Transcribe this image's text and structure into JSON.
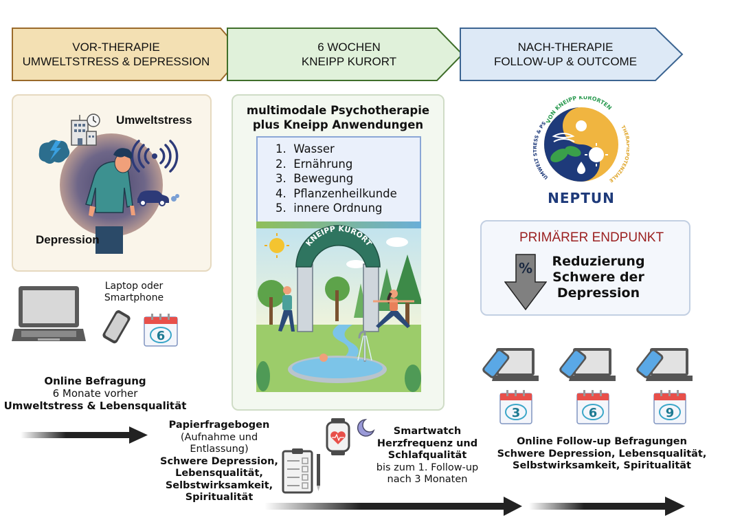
{
  "phases": [
    {
      "line1": "VOR-THERAPIE",
      "line2": "UMWELTSTRESS & DEPRESSION",
      "fill": "#f3e0b3",
      "stroke": "#9a6a2a"
    },
    {
      "line1": "6 WOCHEN",
      "line2": "KNEIPP KURORT",
      "fill": "#e0f1da",
      "stroke": "#3f6e2a"
    },
    {
      "line1": "NACH-THERAPIE",
      "line2": "FOLLOW-UP & OUTCOME",
      "fill": "#dde9f6",
      "stroke": "#3b6491"
    }
  ],
  "pre_therapy": {
    "stress_label": "Umweltstress",
    "depression_label": "Depression",
    "icons": [
      "building-clock-icon",
      "brain-lightning-icon",
      "wireless-signal-icon",
      "car-exhaust-icon",
      "depressed-person-icon"
    ]
  },
  "therapy": {
    "title_line1": "multimodale Psychotherapie",
    "title_line2": "plus Kneipp Anwendungen",
    "pillars": [
      {
        "num": "1.",
        "label": "Wasser"
      },
      {
        "num": "2.",
        "label": "Ernährung"
      },
      {
        "num": "3.",
        "label": "Bewegung"
      },
      {
        "num": "4.",
        "label": "Pflanzenheilkunde"
      },
      {
        "num": "5.",
        "label": "innere Ordnung"
      }
    ],
    "illustration_sign": "KNEIPP KURORT"
  },
  "logo": {
    "ring_top": "VON KNEIPP KURORTEN",
    "ring_left": "UMWELT STRESS & PSYCHE",
    "ring_right": "THERAPIEPOTENZIALE",
    "name": "NEPTUN"
  },
  "endpoint": {
    "title": "PRIMÄRER ENDPUNKT",
    "line1": "Reduzierung",
    "line2": "Schwere der",
    "line3": "Depression",
    "arrow_symbol": "%"
  },
  "baseline": {
    "device_label_line1": "Laptop oder",
    "device_label_line2": "Smartphone",
    "calendar_month": "6",
    "survey_title": "Online Befragung",
    "survey_timing": "6 Monate vorher",
    "survey_topics": "Umweltstress & Lebensqualität"
  },
  "paper": {
    "title": "Papierfragebogen",
    "sub1": "(Aufnahme und",
    "sub2": "Entlassung)",
    "topics": [
      "Schwere Depression,",
      "Lebensqualität,",
      "Selbstwirksamkeit,",
      "Spiritualität"
    ]
  },
  "smartwatch": {
    "title": "Smartwatch",
    "line2": "Herzfrequenz und",
    "line3": "Schlafqualität",
    "line4": "bis zum 1. Follow-up",
    "line5": "nach 3 Monaten"
  },
  "followup": {
    "months": [
      "3",
      "6",
      "9"
    ],
    "title": "Online Follow-up Befragungen",
    "line2": "Schwere Depression, Lebensqualität,",
    "line3": "Selbstwirksamkeit, Spiritualität"
  }
}
